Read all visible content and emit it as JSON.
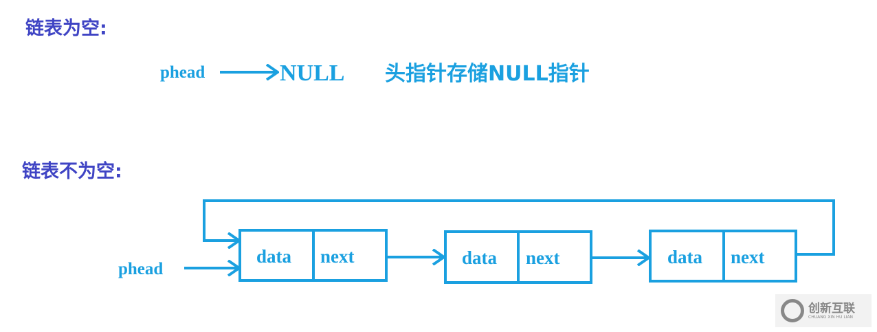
{
  "empty_section": {
    "heading": "链表为空:",
    "pointer": "phead",
    "target": "NULL",
    "note": "头指针存储NULL指针"
  },
  "nonempty_section": {
    "heading": "链表不为空:",
    "pointer": "phead",
    "nodes": [
      {
        "data": "data",
        "next": "next"
      },
      {
        "data": "data",
        "next": "next"
      },
      {
        "data": "data",
        "next": "next"
      }
    ]
  },
  "watermark": {
    "name": "创新互联",
    "sub": "CHUANG XIN HU LIAN"
  },
  "colors": {
    "heading": "#3f44c4",
    "diagram": "#1aa0e0"
  }
}
